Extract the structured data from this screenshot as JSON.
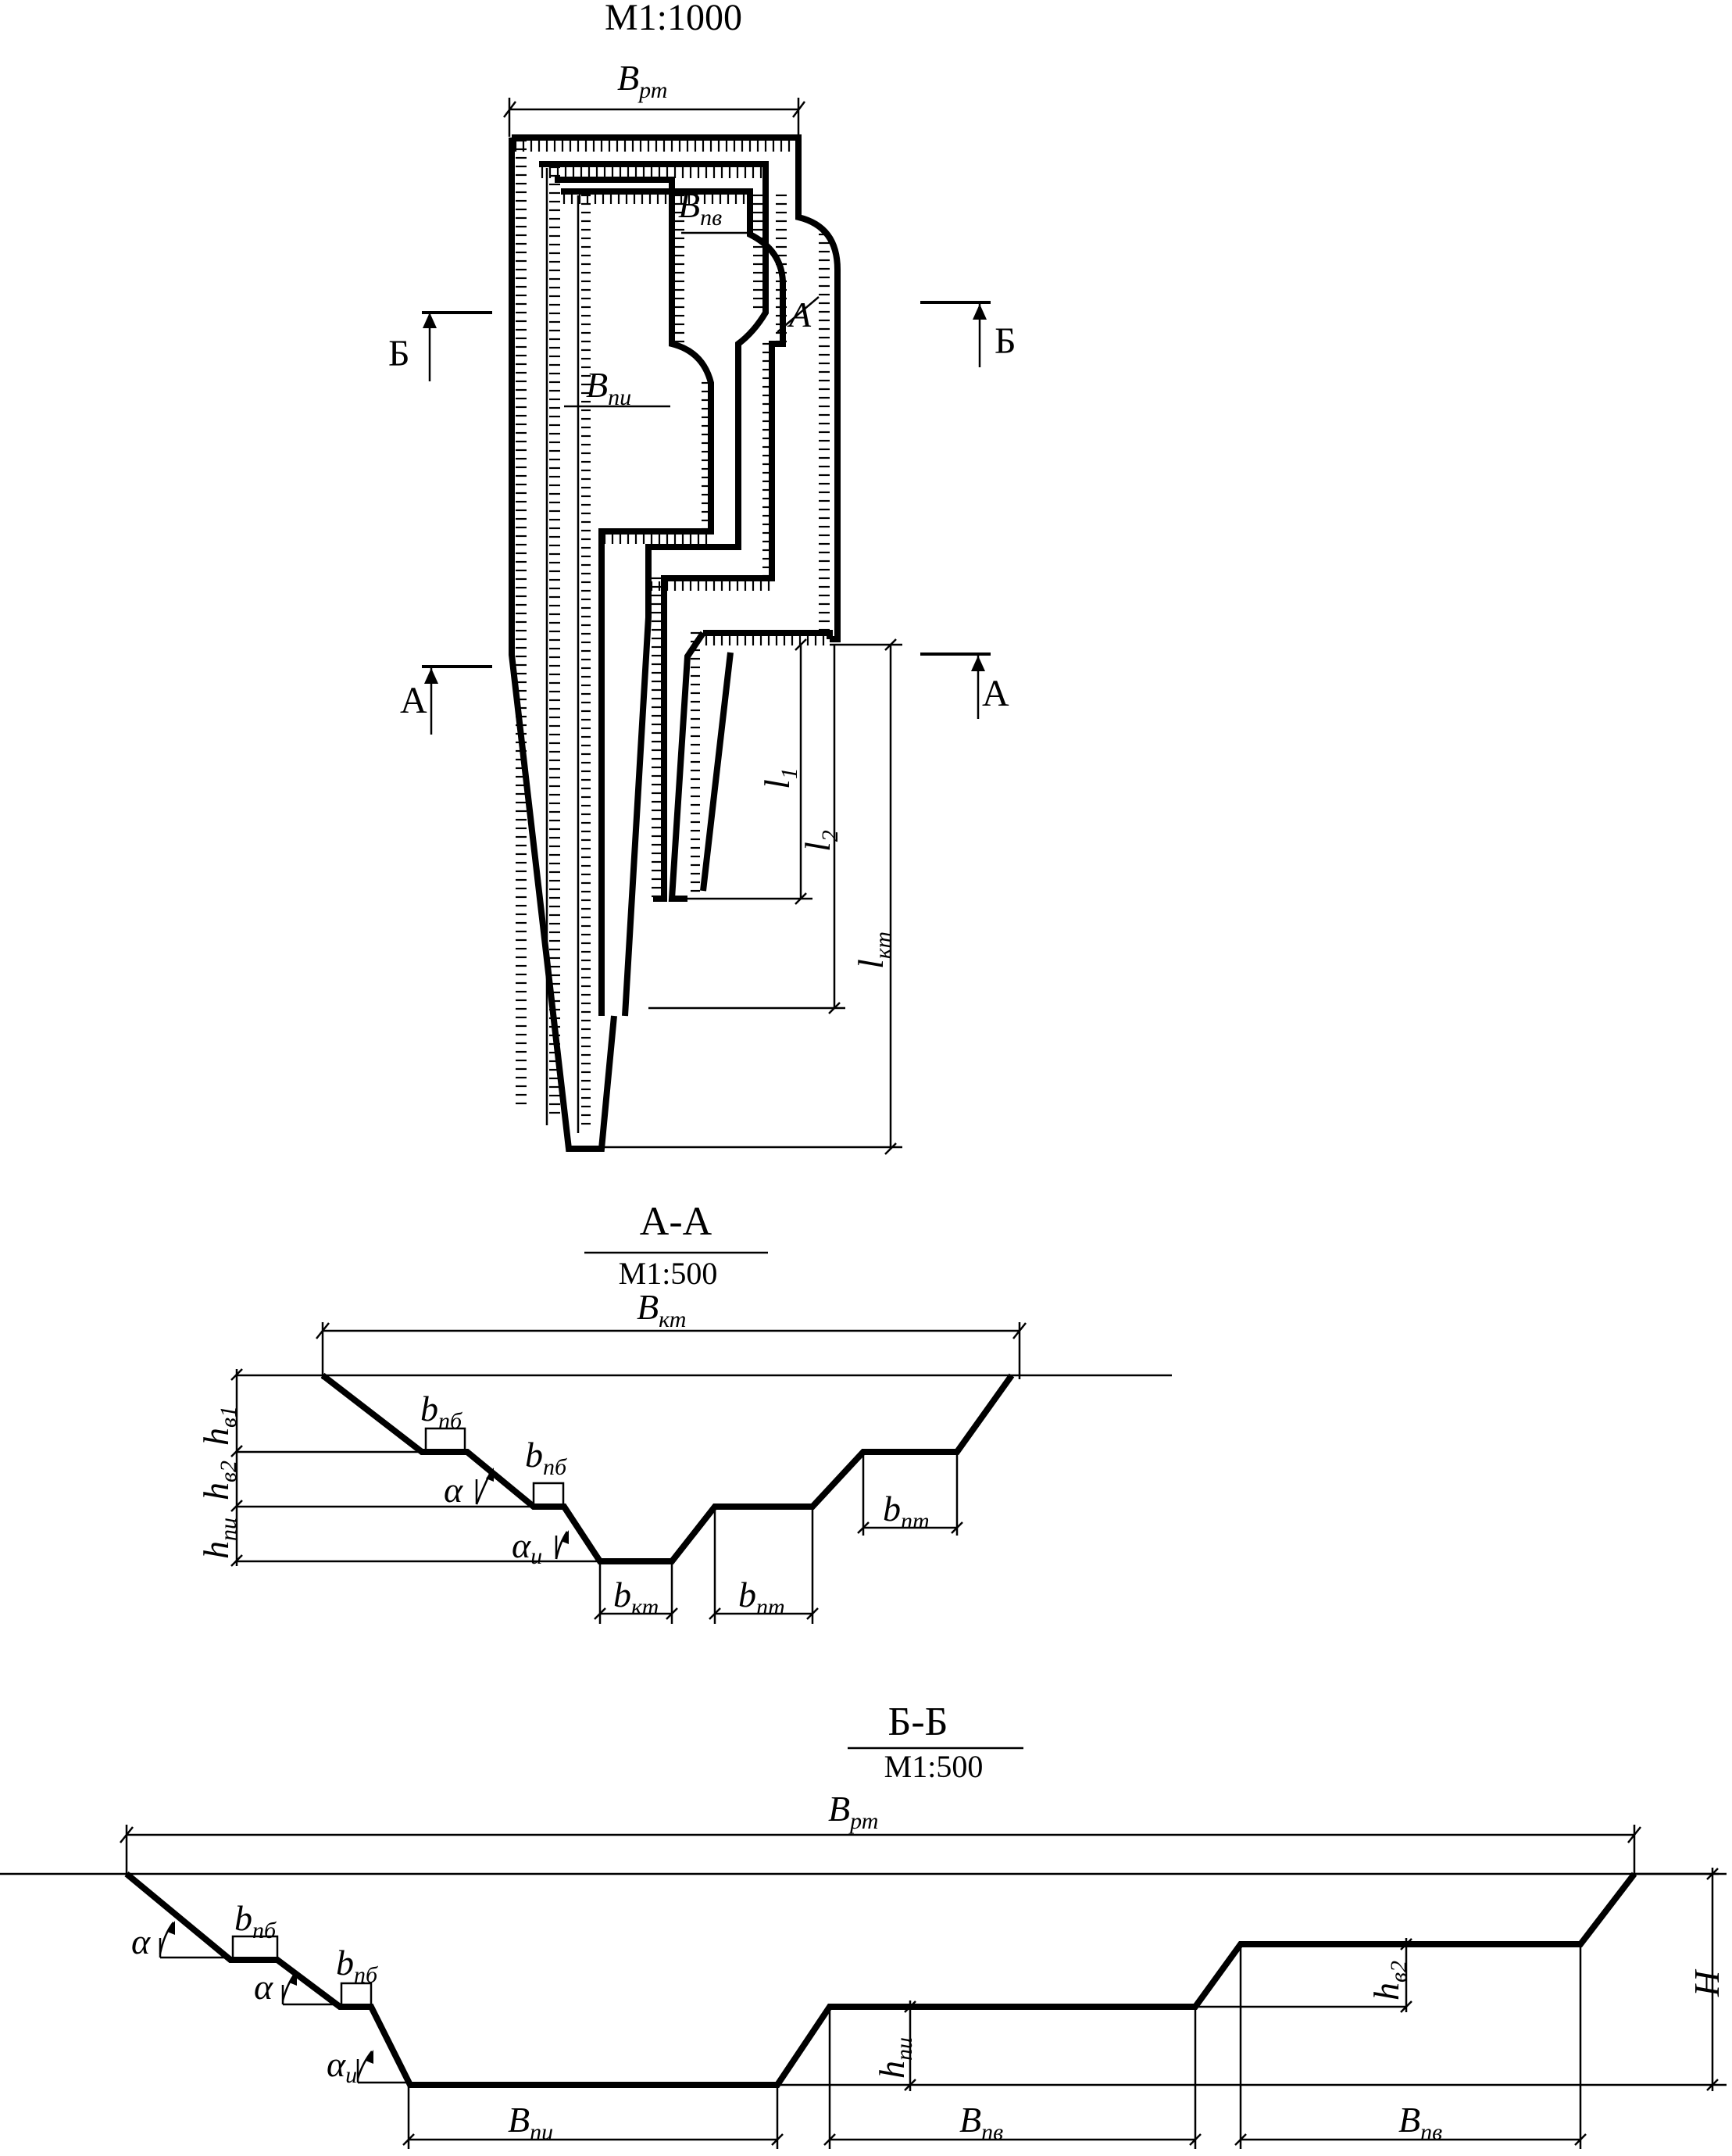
{
  "plan": {
    "scale": "М1:1000",
    "section_marks": {
      "b": "Б",
      "a": "А"
    },
    "dims": {
      "b_rt": "B",
      "b_rt_sub": "рт",
      "b_pv": "B",
      "b_pv_sub": "пв",
      "b_pi": "B",
      "b_pi_sub": "пи",
      "l1": "l",
      "l1_sub": "1",
      "l2": "l",
      "l2_sub": "2",
      "lkt": "l",
      "lkt_sub": "кт",
      "a_mark": "A"
    }
  },
  "section_aa": {
    "title": "А-А",
    "scale": "М1:500",
    "labels": {
      "b_kt_top": "B",
      "b_kt_top_sub": "кт",
      "h_v1": "h",
      "h_v1_sub": "в1",
      "h_v2": "h",
      "h_v2_sub": "в2",
      "h_pi": "h",
      "h_pi_sub": "пи",
      "b_pb1": "b",
      "b_pb1_sub": "пб",
      "b_pb2": "b",
      "b_pb2_sub": "пб",
      "alpha": "α",
      "alpha_i": "α",
      "alpha_i_sub": "и",
      "b_kt": "b",
      "b_kt_sub": "кт",
      "b_pt1": "b",
      "b_pt1_sub": "пт",
      "b_pt2": "b",
      "b_pt2_sub": "пт"
    }
  },
  "section_bb": {
    "title": "Б-Б",
    "scale": "М1:500",
    "labels": {
      "b_rt": "B",
      "b_rt_sub": "рт",
      "alpha1": "α",
      "alpha2": "α",
      "alpha_i": "α",
      "alpha_i_sub": "и",
      "b_pb1": "b",
      "b_pb1_sub": "пб",
      "b_pb2": "b",
      "b_pb2_sub": "пб",
      "b_pi": "B",
      "b_pi_sub": "пи",
      "b_pv1": "B",
      "b_pv1_sub": "пв",
      "b_pv2": "B",
      "b_pv2_sub": "пв",
      "h_pi": "h",
      "h_pi_sub": "пи",
      "h_v2": "h",
      "h_v2_sub": "в2",
      "H": "H"
    }
  }
}
